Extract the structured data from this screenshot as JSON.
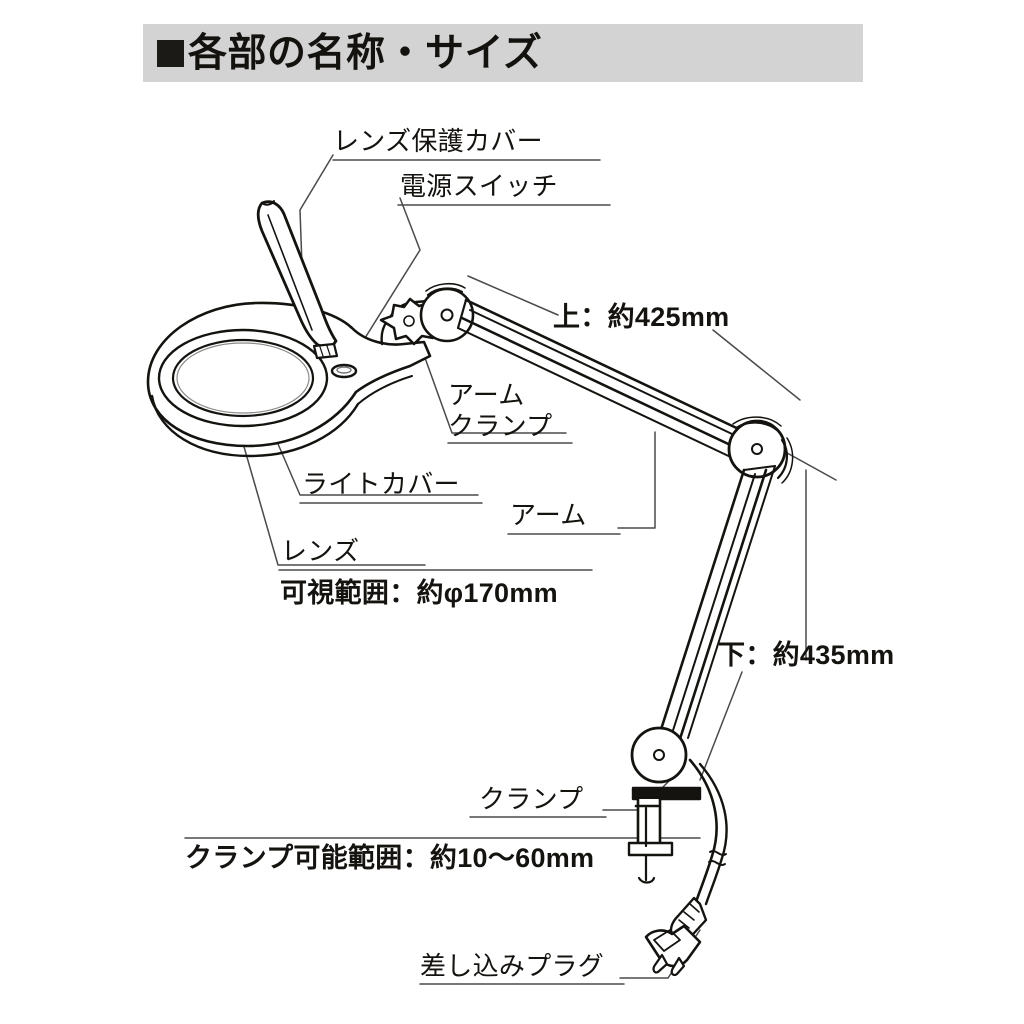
{
  "header": {
    "bullet": "square-bullet",
    "title": "各部の名称・サイズ"
  },
  "diagram": {
    "subject": "magnifier-lamp-with-clamp",
    "labels": {
      "lens_cover": "レンズ保護カバー",
      "power_switch": "電源スイッチ",
      "arm_clamp_line1": "アーム",
      "arm_clamp_line2": "クランプ",
      "light_cover": "ライトカバー",
      "lens": "レンズ",
      "lens_spec": "可視範囲：約φ170mm",
      "arm": "アーム",
      "upper_length": "上：約425mm",
      "lower_length": "下：約435mm",
      "clamp": "クランプ",
      "clamp_spec": "クランプ可能範囲：約10〜60mm",
      "plug": "差し込みプラグ"
    }
  },
  "colors": {
    "banner_background": "#d3d3d3",
    "ink": "#15130f",
    "page_background": "#ffffff",
    "leader_line": "#3a3a3a"
  }
}
